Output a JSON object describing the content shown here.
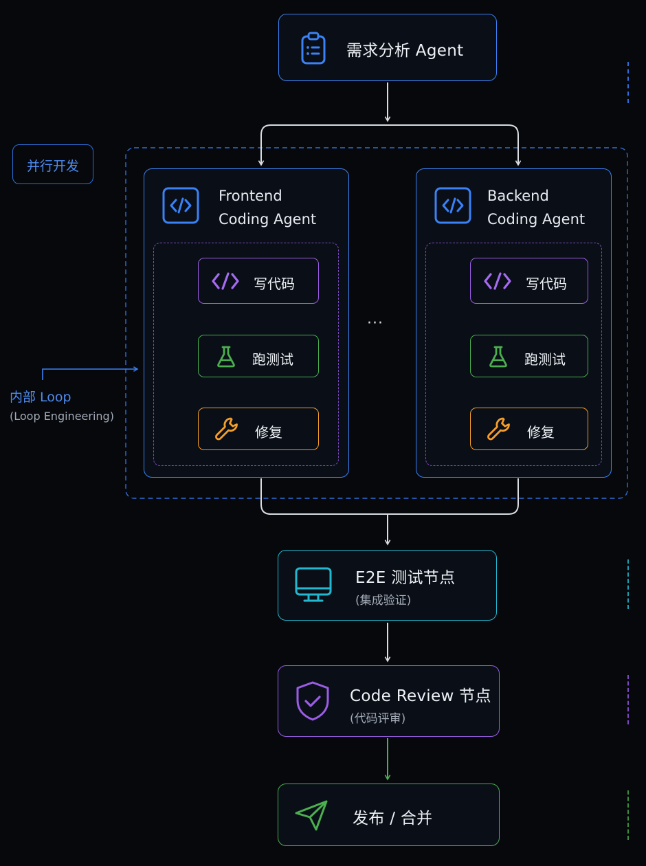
{
  "nodes": {
    "requirement": {
      "title": "需求分析 Agent",
      "icon": "clipboard-list-icon",
      "color": "#3b82f6"
    },
    "parallel_label": "并行开发",
    "frontend": {
      "title_line1": "Frontend",
      "title_line2": "Coding Agent",
      "icon": "code-icon",
      "steps": {
        "write": "写代码",
        "test": "跑测试",
        "fix": "修复"
      }
    },
    "ellipsis": "···",
    "backend": {
      "title_line1": "Backend",
      "title_line2": "Coding Agent",
      "icon": "code-icon",
      "steps": {
        "write": "写代码",
        "test": "跑测试",
        "fix": "修复"
      }
    },
    "inner_loop": {
      "label": "内部 Loop",
      "sub": "(Loop Engineering)"
    },
    "e2e": {
      "title": "E2E 测试节点",
      "sub": "(集成验证)",
      "icon": "monitor-icon",
      "color": "#22b8cf"
    },
    "review": {
      "title": "Code Review 节点",
      "sub": "(代码评审)",
      "icon": "shield-check-icon",
      "color": "#9b5de5"
    },
    "release": {
      "title": "发布 / 合并",
      "icon": "send-icon",
      "color": "#4caf50"
    }
  },
  "colors": {
    "blue": "#3b82f6",
    "purple": "#9b5de5",
    "green": "#4caf50",
    "orange": "#f59e2b",
    "cyan": "#22b8cf",
    "connector": "#d9dde3"
  }
}
